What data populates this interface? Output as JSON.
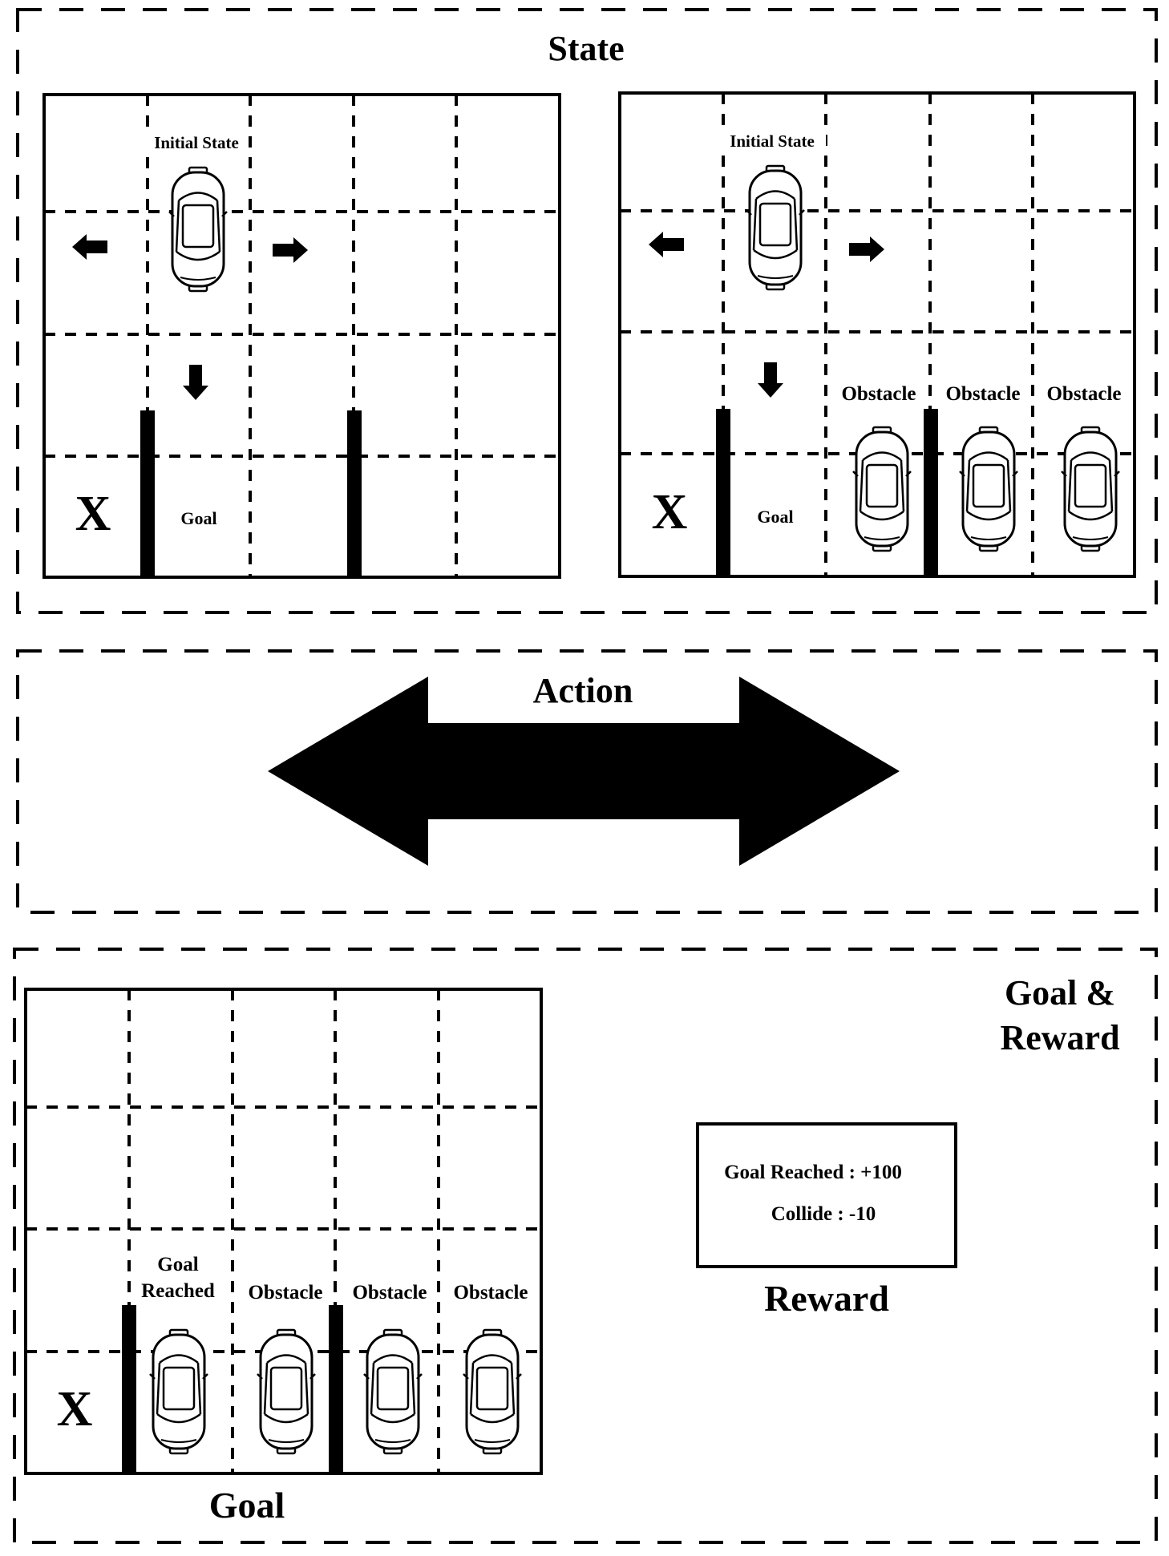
{
  "sections": {
    "state_title": "State",
    "action_title": "Action",
    "goal_reward_title_line1": "Goal &",
    "goal_reward_title_line2": "Reward"
  },
  "state_panel_1": {
    "initial_state": "Initial State",
    "x_marker": "X",
    "goal_label": "Goal"
  },
  "state_panel_2": {
    "initial_state": "Initial State",
    "x_marker": "X",
    "goal_label": "Goal",
    "obstacles": [
      "Obstacle",
      "Obstacle",
      "Obstacle"
    ]
  },
  "goal_panel": {
    "x_marker": "X",
    "goal_reached_line1": "Goal",
    "goal_reached_line2": "Reached",
    "obstacles": [
      "Obstacle",
      "Obstacle",
      "Obstacle"
    ],
    "caption": "Goal"
  },
  "reward": {
    "goal_reached": "Goal Reached : +100",
    "collide": "Collide : -10",
    "caption": "Reward"
  },
  "colors": {
    "ink": "#000000",
    "paper": "#ffffff"
  }
}
